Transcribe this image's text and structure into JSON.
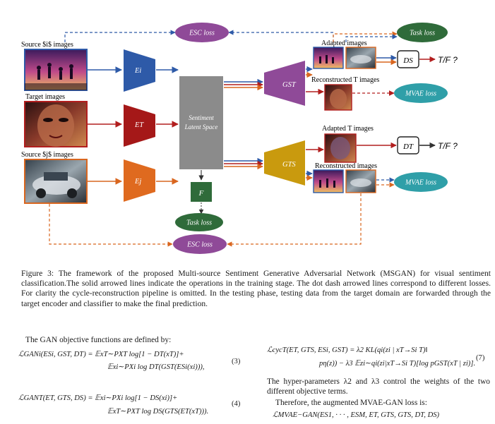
{
  "figure": {
    "label_source_top": "Source $i$ images",
    "label_target": "Target images",
    "label_source_bottom": "Source $j$ images",
    "encoders": [
      "Ei",
      "ET",
      "Ej"
    ],
    "latent_space": "Sentiment Latent Space",
    "gen_st": "GST",
    "gen_ts": "GTS",
    "classifier": "F",
    "esc_loss": "ESC loss",
    "task_loss": "Task loss",
    "mvae_loss": "MVAE loss",
    "adapted_images": "Adapted images",
    "reconstructed_t": "Reconstructed T images",
    "adapted_t": "Adapted T images",
    "reconstructed": "Reconstructed images",
    "ds": "DS",
    "dt": "DT",
    "tf": "T/F ?",
    "colors": {
      "blue": "#2e5aa8",
      "red": "#b21e1e",
      "orange": "#d9661f",
      "purple": "#8f4a98",
      "green": "#2f6b3a",
      "gray": "#8b8b8b",
      "gold": "#c99a0e"
    }
  },
  "caption": "Figure 3: The framework of the proposed Multi-source Sentiment Generative Adversarial Network (MSGAN) for visual sentiment classification.The solid arrowed lines indicate the operations in the training stage. The dot dash arrowed lines correspond to different losses. For clarity the cycle-reconstruction pipeline is omitted. In the testing phase, testing data from the target domain are forwarded through the target encoder and classifier to make the final prediction.",
  "text": {
    "gan_intro": "The GAN objective functions are defined by:",
    "eq3_line1": "ℒGANi(ESi, GST, DT) = 𝔼xT∼PXT log[1 − DT(xT)]+",
    "eq3_line2": "𝔼xi∼PXi log DT(GST(ESi(xi))),",
    "eq3_no": "(3)",
    "eq4_line1": "ℒGANT(ET, GTS, DS) = 𝔼xi∼PXi log[1 − DS(xi)]+",
    "eq4_line2": "𝔼xT∼PXT log DS(GTS(ET(xT))).",
    "eq4_no": "(4)",
    "eq7_line1": "ℒcycT(ET, GTS, ESi, GST) = λ2 KL(qi(zi | xT→Si T)‖",
    "eq7_line2": "pη(z)) − λ3 𝔼zi∼qi(zi|xT→Si T)[log pGST(xT | zi)].",
    "eq7_no": "(7)",
    "hyper": "The hyper-parameters λ2 and λ3 control the weights of the two different objective terms.",
    "therefore": "Therefore, the augmented MVAE-GAN loss is:",
    "eq_final": "ℒMVAE−GAN(ES1, · · · , ESM, ET, GTS, GTS, DT, DS)"
  }
}
